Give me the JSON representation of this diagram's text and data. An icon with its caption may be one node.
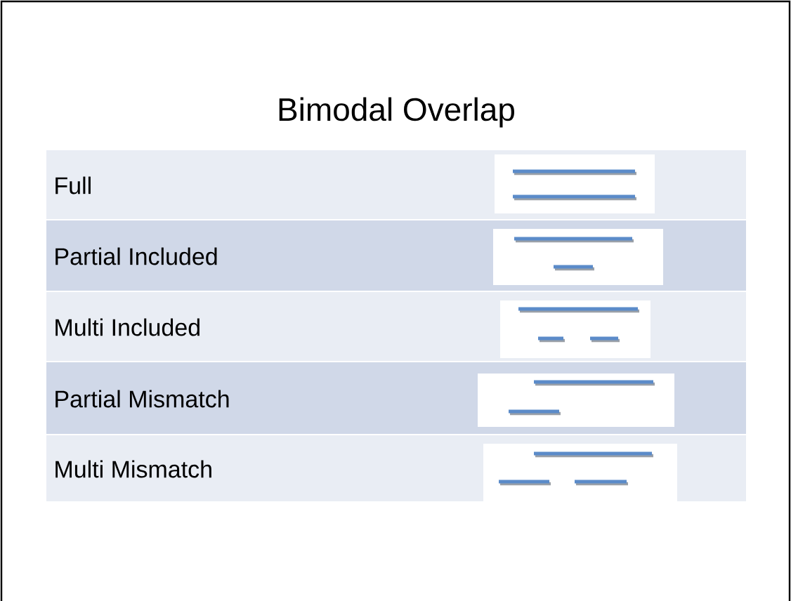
{
  "diagram": {
    "title": "Bimodal Overlap",
    "labels": [
      "Full",
      "Partial Included",
      "Multi Included",
      "Partial Mismatch",
      "Multi Mismatch"
    ]
  }
}
